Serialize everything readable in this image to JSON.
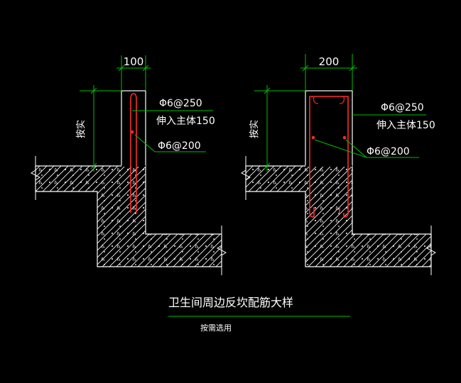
{
  "canvas": {
    "background": "#000000"
  },
  "colors": {
    "line": "#ffffff",
    "dimension": "#00c000",
    "rebar": "#ff2a2a",
    "text": "#ffffff",
    "title_underline": "#00c000"
  },
  "details": [
    {
      "dimension_top": "100",
      "height_label": "按实",
      "annotation_1": "Φ6@250",
      "annotation_2": "伸入主体150",
      "annotation_3": "Φ6@200"
    },
    {
      "dimension_top": "200",
      "height_label": "按实",
      "annotation_1": "Φ6@250",
      "annotation_2": "伸入主体150",
      "annotation_3": "Φ6@200"
    }
  ],
  "title": "卫生间周边反坎配筋大样",
  "subtitle": "按需选用"
}
